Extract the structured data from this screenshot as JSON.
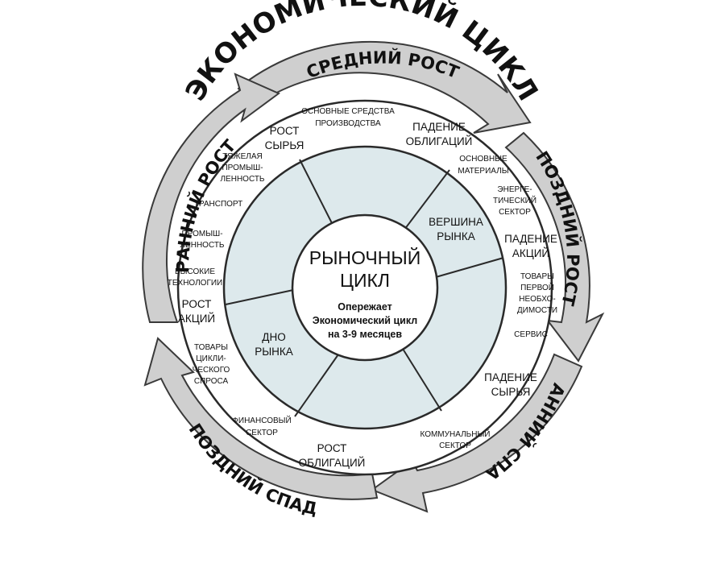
{
  "title": "ЭКОНОМИЧЕСКИЙ ЦИКЛ",
  "phases": {
    "middle_growth": "СРЕДНИЙ РОСТ",
    "late_growth": "ПОЗДНИЙ РОСТ",
    "early_decline": "РАННИЙ СПАД",
    "late_decline": "ПОЗДНИЙ СПАД",
    "early_growth": "РАННИЙ РОСТ"
  },
  "center": {
    "title_line1": "РЫНОЧНЫЙ",
    "title_line2": "ЦИКЛ",
    "sub_line1": "Опережает",
    "sub_line2": "Экономический цикл",
    "sub_line3": "на 3-9 месяцев"
  },
  "market": {
    "peak_line1": "ВЕРШИНА",
    "peak_line2": "РЫНКА",
    "bottom_line1": "ДНО",
    "bottom_line2": "РЫНКА"
  },
  "ring_phases": {
    "commodity_rise_1": "РОСТ",
    "commodity_rise_2": "СЫРЬЯ",
    "bond_fall_1": "ПАДЕНИЕ",
    "bond_fall_2": "ОБЛИГАЦИЙ",
    "stock_fall_1": "ПАДЕНИЕ",
    "stock_fall_2": "АКЦИЙ",
    "commodity_fall_1": "ПАДЕНИЕ",
    "commodity_fall_2": "СЫРЬЯ",
    "bond_rise_1": "РОСТ",
    "bond_rise_2": "ОБЛИГАЦИЙ",
    "stock_rise_1": "РОСТ",
    "stock_rise_2": "АКЦИЙ"
  },
  "sectors": {
    "capital_goods_1": "ОСНОВНЫЕ СРЕДСТВА",
    "capital_goods_2": "ПРОИЗВОДСТВА",
    "basic_materials_1": "ОСНОВНЫЕ",
    "basic_materials_2": "МАТЕРИАЛЫ",
    "energy_1": "ЭНЕРГЕ-",
    "energy_2": "ТИЧЕСКИЙ",
    "energy_3": "СЕКТОР",
    "staples_1": "ТОВАРЫ",
    "staples_2": "ПЕРВОЙ",
    "staples_3": "НЕОБХО-",
    "staples_4": "ДИМОСТИ",
    "services": "СЕРВИС",
    "utilities_1": "КОММУНАЛЬНЫЙ",
    "utilities_2": "СЕКТОР",
    "financial_1": "ФИНАНСОВЫЙ",
    "financial_2": "СЕКТОР",
    "cyclical_1": "ТОВАРЫ",
    "cyclical_2": "ЦИКЛИ-",
    "cyclical_3": "ЧЕСКОГО",
    "cyclical_4": "СПРОСА",
    "hitech_1": "ВЫСОКИЕ",
    "hitech_2": "ТЕХНОЛОГИИ",
    "industrial_1": "ПРОМЫШ-",
    "industrial_2": "ЛЕННОСТЬ",
    "transport": "ТРАНСПОРТ",
    "heavy_1": "ТЯЖЕЛАЯ",
    "heavy_2": "ПРОМЫШ-",
    "heavy_3": "ЛЕННОСТЬ"
  },
  "colors": {
    "arrow_fill": "#cfcfcf",
    "arrow_stroke": "#3a3a3a",
    "inner_fill": "#dde9ec",
    "ring_stroke": "#2a2a2a"
  }
}
